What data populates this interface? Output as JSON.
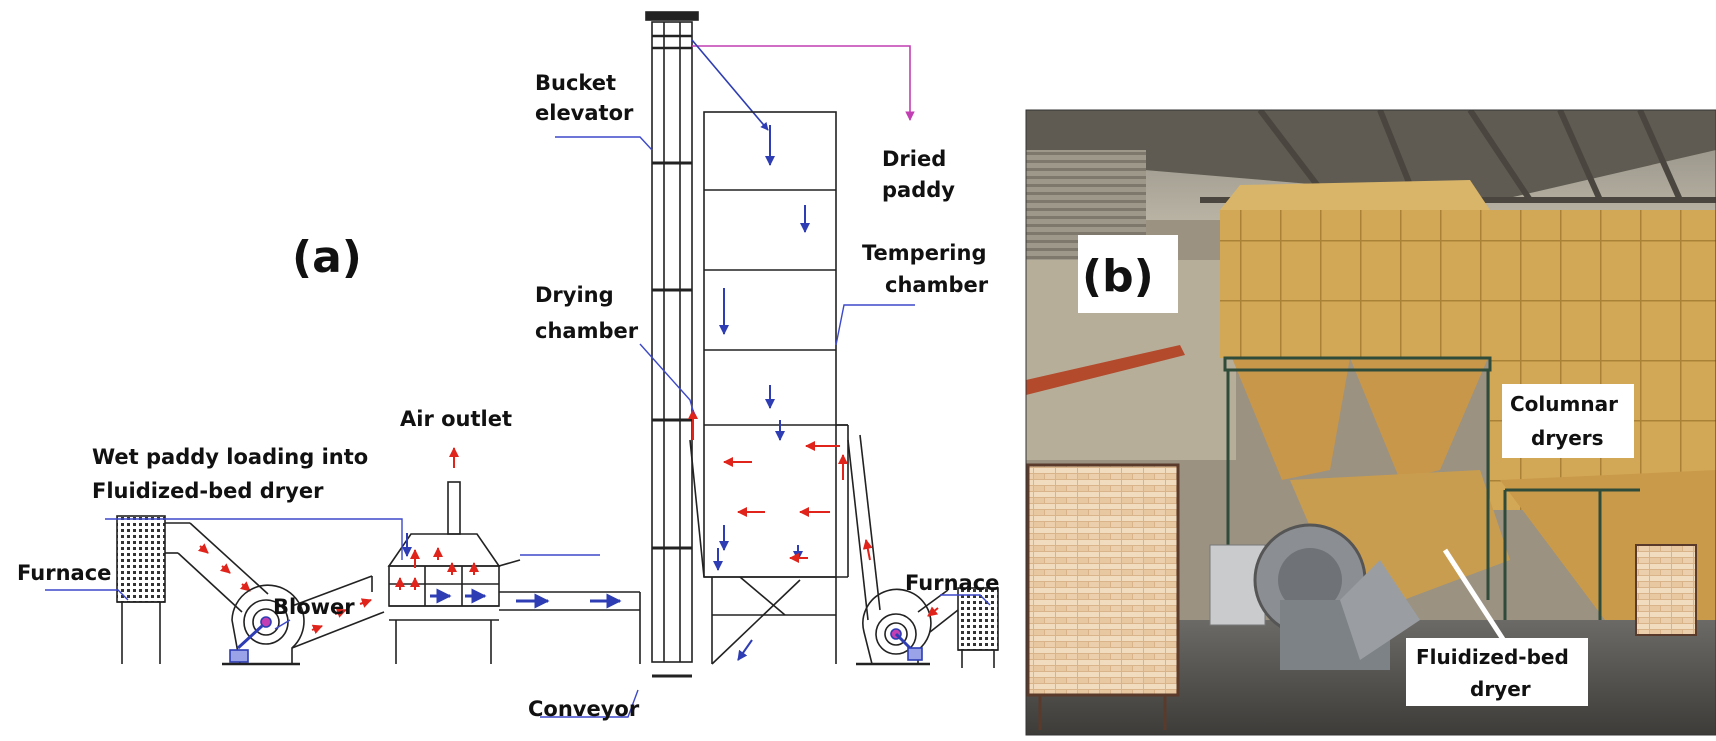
{
  "panel_a": {
    "label": "(a)",
    "labels": {
      "bucket_elevator_1": "Bucket",
      "bucket_elevator_2": "elevator",
      "dried_paddy_1": "Dried",
      "dried_paddy_2": "paddy",
      "tempering_chamber_1": "Tempering",
      "tempering_chamber_2": "chamber",
      "drying_chamber_1": "Drying",
      "drying_chamber_2": "chamber",
      "air_outlet": "Air outlet",
      "wet_paddy_1": "Wet paddy loading into",
      "wet_paddy_2": "Fluidized-bed dryer",
      "furnace_left": "Furnace",
      "furnace_right": "Furnace",
      "blower": "Blower",
      "conveyor": "Conveyor"
    }
  },
  "panel_b": {
    "label": "(b)",
    "labels": {
      "columnar_1": "Columnar",
      "columnar_2": "dryers",
      "fluidized_1": "Fluidized-bed",
      "fluidized_2": "dryer"
    }
  },
  "colors": {
    "paddy_flow": "#2e3db3",
    "air_flow": "#e0241b",
    "dried_line": "#c13fb2",
    "leader_line": "#3d49c9",
    "structure": "#222222",
    "dryer_yellow": "#d6a94f"
  }
}
